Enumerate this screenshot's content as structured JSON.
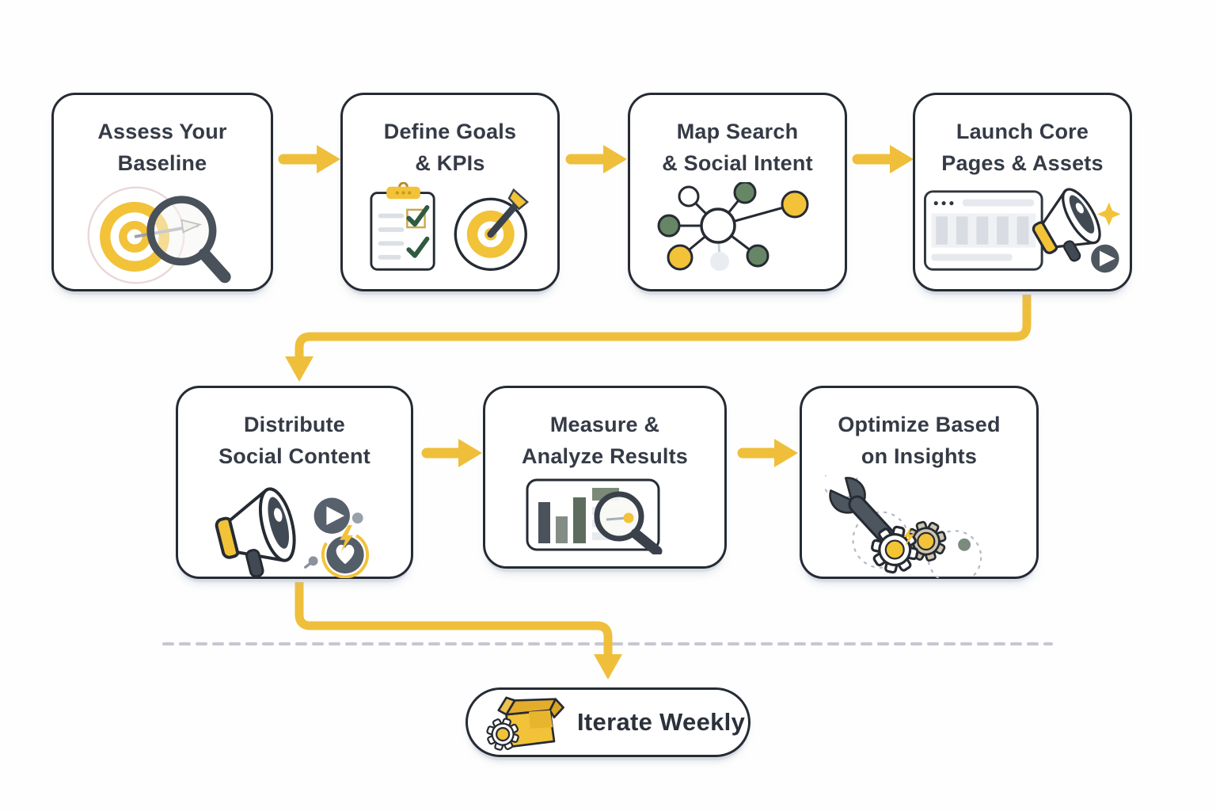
{
  "steps": [
    {
      "line1": "Assess Your",
      "line2": "Baseline",
      "icon": "target-magnifier"
    },
    {
      "line1": "Define Goals",
      "line2": "& KPIs",
      "icon": "checklist-target"
    },
    {
      "line1": "Map Search",
      "line2": "& Social Intent",
      "icon": "network-nodes"
    },
    {
      "line1": "Launch Core",
      "line2": "Pages & Assets",
      "icon": "browser-megaphone"
    },
    {
      "line1": "Distribute",
      "line2": "Social Content",
      "icon": "megaphone-social-engagement"
    },
    {
      "line1": "Measure &",
      "line2": "Analyze Results",
      "icon": "bar-chart-magnifier"
    },
    {
      "line1": "Optimize Based",
      "line2": "on Insights",
      "icon": "wrench-gears"
    }
  ],
  "loop_step": {
    "label": "Iterate Weekly",
    "icon": "package-gear"
  },
  "colors": {
    "accent_yellow": "#EFBF3B",
    "outline_dark": "#262B33",
    "title_text": "#353B46",
    "node_green": "#678665",
    "node_yellow": "#F2C238",
    "slate_gray": "#545E69",
    "dashed_line": "#C5C7D3",
    "box_background": "#FFFFFF"
  }
}
